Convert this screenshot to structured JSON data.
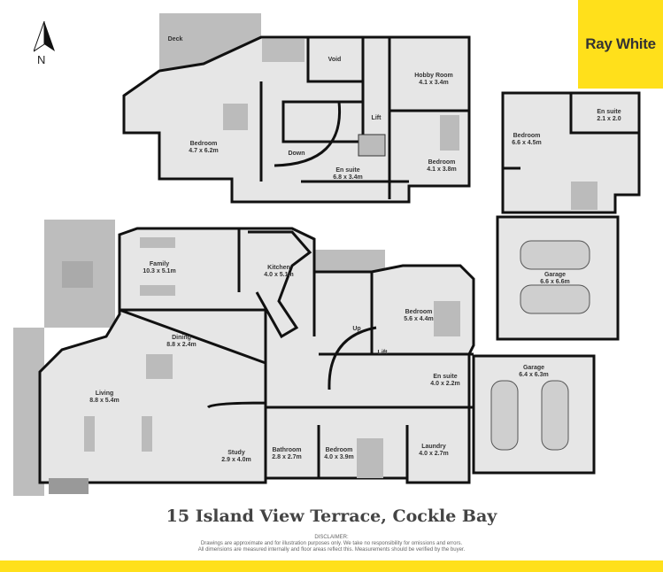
{
  "brand": {
    "name": "Ray White",
    "color": "#ffe01b"
  },
  "compass": {
    "label": "N",
    "icon": "north-arrow-icon"
  },
  "title": "15 Island View Terrace, Cockle Bay",
  "disclaimer": {
    "heading": "DISCLAIMER:",
    "line1": "Drawings are approximate and for illustration purposes only. We take no responsibility for omissions and errors.",
    "line2": "All dimensions are measured internally and floor areas reflect this. Measurements should be verified by the buyer."
  },
  "rooms": {
    "deck": {
      "name": "Deck"
    },
    "void": {
      "name": "Void"
    },
    "hobby": {
      "name": "Hobby Room",
      "size": "4.1 x 3.4m"
    },
    "upper_lift": {
      "name": "Lift"
    },
    "down": {
      "name": "Down"
    },
    "upper_bedroom_main": {
      "name": "Bedroom",
      "size": "4.7 x 6.2m"
    },
    "upper_ensuite": {
      "name": "En suite",
      "size": "6.8 x 3.4m"
    },
    "upper_bedroom_2": {
      "name": "Bedroom",
      "size": "4.1 x 3.8m"
    },
    "side_bedroom": {
      "name": "Bedroom",
      "size": "6.6 x 4.5m"
    },
    "side_ensuite": {
      "name": "En suite",
      "size": "2.1 x 2.0"
    },
    "garage_upper": {
      "name": "Garage",
      "size": "6.6 x 6.6m"
    },
    "family": {
      "name": "Family",
      "size": "10.3 x 5.1m"
    },
    "kitchen": {
      "name": "Kitchen",
      "size": "4.0 x 5.1m"
    },
    "dining": {
      "name": "Dining",
      "size": "8.8 x 2.4m"
    },
    "living": {
      "name": "Living",
      "size": "8.8 x 5.4m"
    },
    "study": {
      "name": "Study",
      "size": "2.9 x 4.0m"
    },
    "bathroom": {
      "name": "Bathroom",
      "size": "2.8 x 2.7m"
    },
    "lower_bedroom": {
      "name": "Bedroom",
      "size": "4.0 x 3.9m"
    },
    "lower_bedroom_2": {
      "name": "Bedroom",
      "size": "5.6 x 4.4m"
    },
    "up": {
      "name": "Up"
    },
    "lower_lift": {
      "name": "Lift"
    },
    "lower_ensuite": {
      "name": "En suite",
      "size": "4.0 x 2.2m"
    },
    "laundry": {
      "name": "Laundry",
      "size": "4.0 x 2.7m"
    },
    "garage_lower": {
      "name": "Garage",
      "size": "6.4 x 6.3m"
    }
  }
}
